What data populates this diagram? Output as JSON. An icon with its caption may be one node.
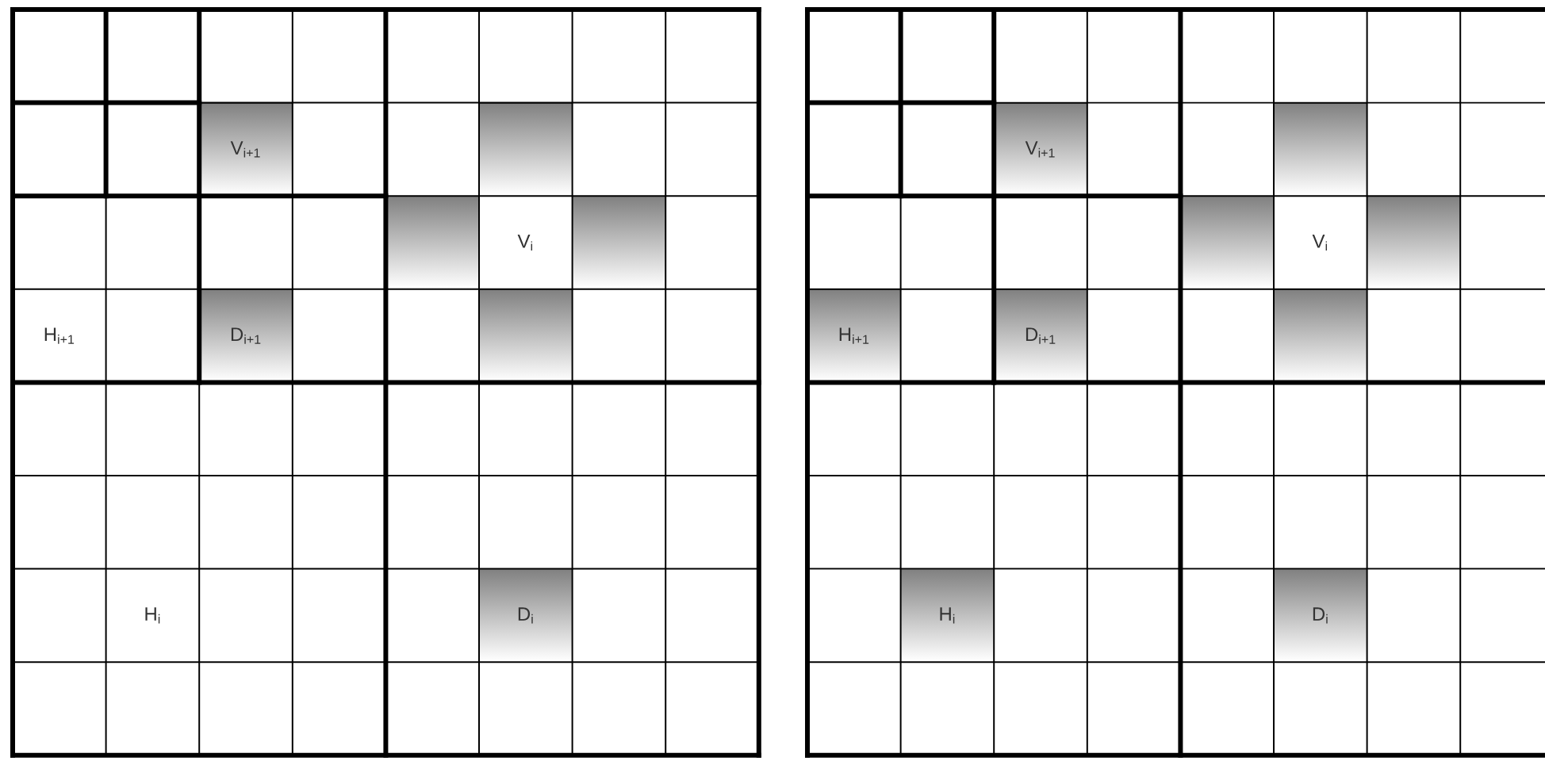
{
  "diagram": {
    "labels": [
      "V$_{i+1}$",
      "V$_{i}$",
      "H$_{i+1}$",
      "D$_{i+1}$",
      "H$_{i}$",
      "D$_{i}$",
      "V$_{i+1}$",
      "V$_{i}$",
      "H$_{i+1}$",
      "D$_{i+1}$",
      "H$_{i}$",
      "D$_{i}$"
    ]
  }
}
